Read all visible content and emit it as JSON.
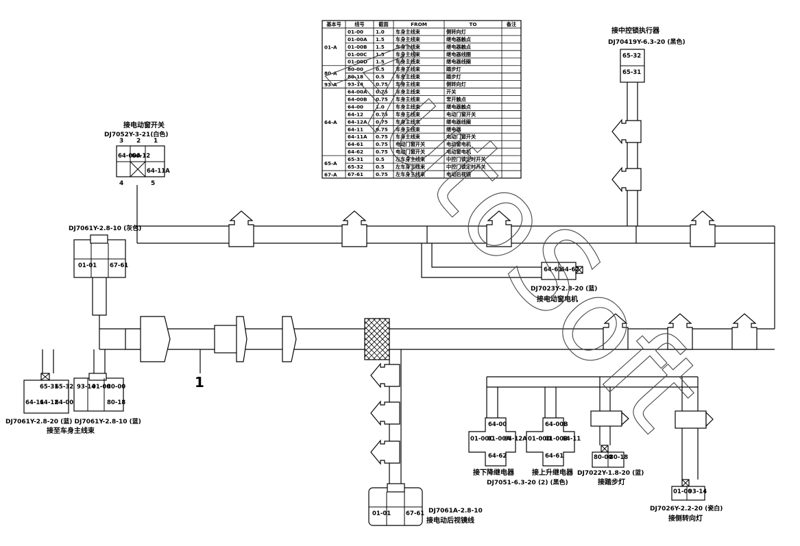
{
  "table": {
    "headers": [
      "基本号",
      "线号",
      "截面",
      "FROM",
      "TO",
      "备注"
    ],
    "rows": [
      [
        "01-A",
        "01-00",
        "1.0",
        "车身主线束",
        "侧转向灯",
        ""
      ],
      [
        "",
        "01-00A",
        "1.5",
        "车身主线束",
        "继电器触点",
        ""
      ],
      [
        "",
        "01-00B",
        "1.5",
        "车身主线束",
        "继电器触点",
        ""
      ],
      [
        "",
        "01-00C",
        "1.5",
        "车身主线束",
        "继电器线圈",
        ""
      ],
      [
        "",
        "01-00D",
        "1.5",
        "车身主线束",
        "继电器线圈",
        ""
      ],
      [
        "80-A",
        "80-00",
        "0.5",
        "车身主线束",
        "踏步灯",
        ""
      ],
      [
        "",
        "80-18",
        "0.5",
        "车身主线束",
        "踏步灯",
        ""
      ],
      [
        "93-A",
        "93-14",
        "0.75",
        "车身主线束",
        "侧转向灯",
        ""
      ],
      [
        "64-A",
        "64-00A",
        "0.75",
        "车身主线束",
        "开关",
        ""
      ],
      [
        "",
        "64-00B",
        "0.75",
        "车身主线束",
        "常开触点",
        ""
      ],
      [
        "",
        "64-00",
        "1.0",
        "车身主线束",
        "继电器触点",
        ""
      ],
      [
        "",
        "64-12",
        "0.75",
        "车身主线束",
        "电动门窗开关",
        ""
      ],
      [
        "",
        "64-12A",
        "0.75",
        "车身主线束",
        "继电器线圈",
        ""
      ],
      [
        "",
        "64-11",
        "0.75",
        "车身主线束",
        "继电器",
        ""
      ],
      [
        "",
        "64-11A",
        "0.75",
        "车身主线束",
        "电动门窗开关",
        ""
      ],
      [
        "",
        "64-61",
        "0.75",
        "电动门窗开关",
        "电动窗电机",
        ""
      ],
      [
        "",
        "64-62",
        "0.75",
        "电动门窗开关",
        "电动窗电机",
        ""
      ],
      [
        "65-A",
        "65-31",
        "0.5",
        "左车身主线束",
        "中控门锁定时开关",
        ""
      ],
      [
        "",
        "65-32",
        "0.5",
        "左车身主线束",
        "中控门锁定时开关",
        ""
      ],
      [
        "67-A",
        "67-61",
        "0.75",
        "左车身主线束",
        "电动后视镜",
        ""
      ]
    ]
  },
  "watermark": "AutoSoft",
  "callout": "1",
  "labels": {
    "central_lock_title": "接中控锁执行器",
    "central_lock_part": "DJ70419Y-6.3-20 (黑色)",
    "window_switch_title": "接电动窗开关",
    "window_switch_part": "DJ7052Y-3-21(白色)",
    "gray_conn": "DJ7061Y-2.8-10 (灰色)",
    "motor_part": "DJ7023Y-2.8-20 (蓝)",
    "motor_title": "接电动窗电机",
    "bottom_left_parts": "DJ7061Y-2.8-20 (蓝) DJ7061Y-2.8-10 (蓝)",
    "bottom_left_title": "接至车身主线束",
    "down_relay": "接下降继电器",
    "up_relay": "接上升继电器",
    "relay_part": "DJ7051-6.3-20 (2) (黑色)",
    "step_part": "DJ7022Y-1.8-20 (蓝)",
    "step_title": "接踏步灯",
    "turn_part": "DJ7026Y-2.2-20 (瓷白)",
    "turn_title": "接侧转向灯",
    "mirror_part": "DJ7061A-2.8-10",
    "mirror_title": "接电动后视镜线"
  },
  "pins": {
    "central_lock": [
      "65-32",
      "65-31"
    ],
    "window_switch_numbers": [
      "3",
      "2",
      "1",
      "4",
      "5"
    ],
    "window_switch": [
      "64-00A",
      "64-12",
      "64-11A"
    ],
    "gray": [
      "01-01",
      "67-61"
    ],
    "motor": [
      "64-61",
      "64-62"
    ],
    "bl1": [
      "65-31",
      "65-32",
      "64-11",
      "64-12",
      "64-00"
    ],
    "bl2": [
      "93-14",
      "01-00",
      "80-00",
      "80-18"
    ],
    "down_relay": [
      "64-00",
      "01-00C",
      "01-00A",
      "64-12A",
      "64-62"
    ],
    "up_relay": [
      "64-00B",
      "01-00D",
      "01-00B",
      "64-11",
      "64-61"
    ],
    "step": [
      "80-00",
      "80-18"
    ],
    "turn": [
      "01-00",
      "93-14"
    ],
    "mirror": [
      "01-01",
      "67-61"
    ]
  }
}
